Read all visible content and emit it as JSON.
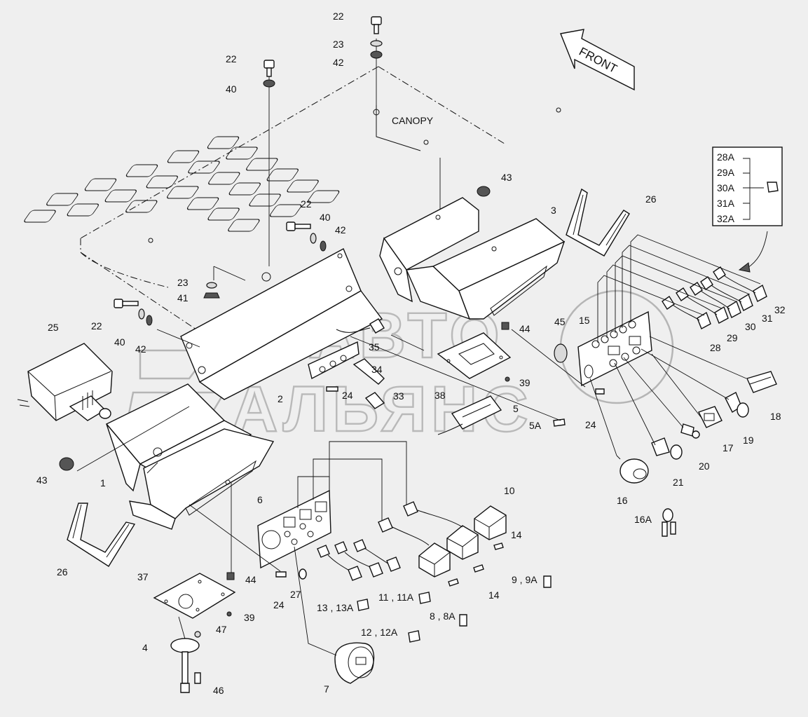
{
  "canopy_label": "CANOPY",
  "front_label": "FRONT",
  "watermark": [
    "АВТО",
    "АЛЬЯНС"
  ],
  "legend_box": [
    "28A",
    "29A",
    "30A",
    "31A",
    "32A"
  ],
  "callouts": [
    "22",
    "23",
    "42",
    "22",
    "40",
    "43",
    "3",
    "22",
    "40",
    "42",
    "26",
    "23",
    "41",
    "25",
    "22",
    "40",
    "42",
    "44",
    "45",
    "15",
    "32",
    "31",
    "30",
    "29",
    "28",
    "35",
    "34",
    "24",
    "33",
    "2",
    "38",
    "39",
    "5",
    "5A",
    "24",
    "18",
    "17",
    "19",
    "20",
    "21",
    "16",
    "16A",
    "43",
    "1",
    "10",
    "6",
    "14",
    "26",
    "9 , 9A",
    "37",
    "44",
    "24",
    "27",
    "11 , 11A",
    "14",
    "13 , 13A",
    "8 , 8A",
    "39",
    "47",
    "12 , 12A",
    "4",
    "7",
    "46"
  ],
  "colors": {
    "background": "#efefef",
    "line": "#111111",
    "watermark": "#b9b9b9"
  }
}
